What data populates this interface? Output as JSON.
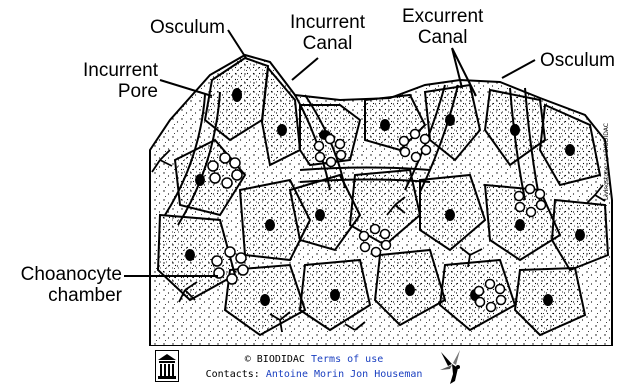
{
  "labels": {
    "osculum_left": "Osculum",
    "incurrent_canal": "Incurrent\nCanal",
    "excurrent_canal": "Excurrent\nCanal",
    "osculum_right": "Osculum",
    "incurrent_pore": "Incurrent\nPore",
    "choanocyte_chamber": "Choanocyte\nchamber"
  },
  "credit": "Livingstone, © BIODIDAC",
  "footer": {
    "copyright": "© BIODIDAC",
    "terms_link": "Terms of use",
    "contacts_label": "Contacts:",
    "contact_1": "Antoine Morin",
    "contact_2": "Jon Houseman"
  },
  "icons": {
    "left_logo": "museum-building-icon",
    "right_logo": "bird-icon"
  }
}
